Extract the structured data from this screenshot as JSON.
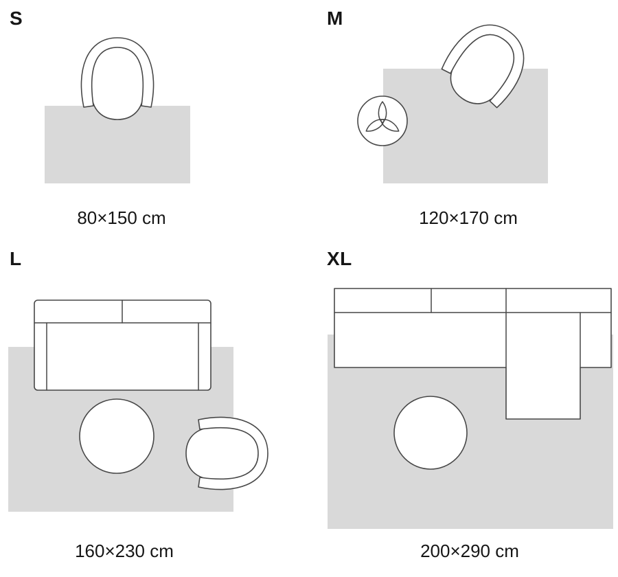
{
  "colors": {
    "background": "#ffffff",
    "rug": "#d9d9d9",
    "line": "#474747",
    "text": "#161616"
  },
  "sizes": [
    {
      "id": "s",
      "label": "S",
      "caption": "80×150 cm",
      "scene": [
        "rug",
        "armchair-top-view-icon"
      ]
    },
    {
      "id": "m",
      "label": "M",
      "caption": "120×170 cm",
      "scene": [
        "rug",
        "armchair-top-view-icon",
        "plant-top-view-icon"
      ]
    },
    {
      "id": "l",
      "label": "L",
      "caption": "160×230 cm",
      "scene": [
        "rug",
        "sofa-top-view-icon",
        "coffee-table-top-view-icon",
        "armchair-top-view-icon"
      ]
    },
    {
      "id": "xl",
      "label": "XL",
      "caption": "200×290 cm",
      "scene": [
        "rug",
        "sectional-sofa-top-view-icon",
        "coffee-table-top-view-icon"
      ]
    }
  ]
}
